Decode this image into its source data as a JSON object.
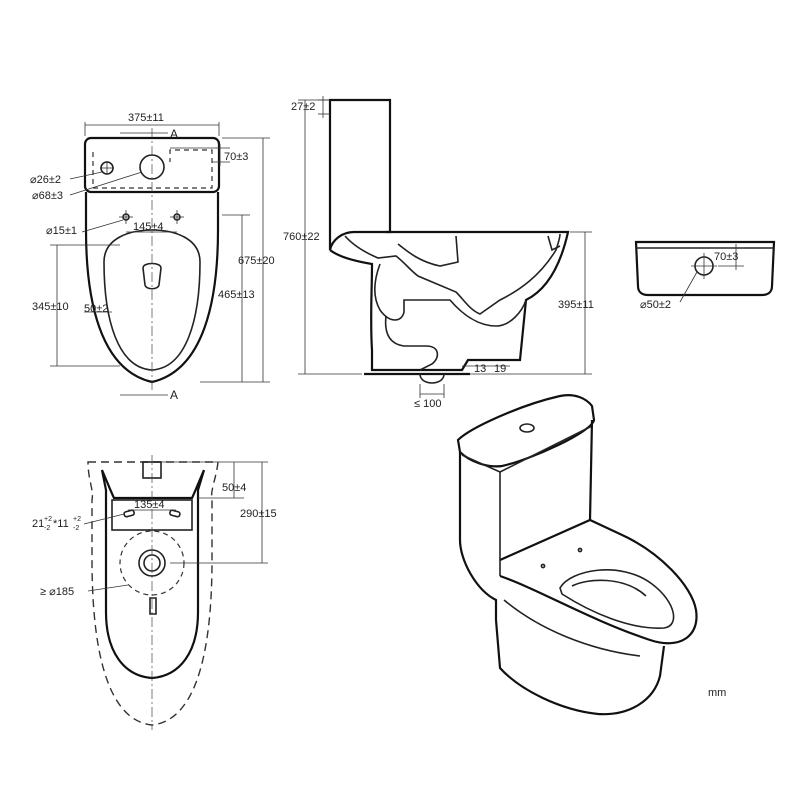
{
  "top_view": {
    "width": "375±11",
    "section_mark_top": "A",
    "section_mark_bottom": "A",
    "small_hole": "⌀26±2",
    "flush_hole": "⌀68±3",
    "hole_offset": "70±3",
    "fix_hole": "⌀15±1",
    "fix_spacing": "145±4",
    "seat_length": "345±10",
    "seat_width": "50±2",
    "bowl_length": "465±13",
    "total_length": "675±20"
  },
  "side_view": {
    "tank_top": "27±2",
    "total_height": "760±22",
    "rim_height": "395±11",
    "floor_gap": "13",
    "floor_gap2": "19",
    "outlet_max": "≤  100"
  },
  "tank_view": {
    "hole_offset": "70±3",
    "hole_diameter": "⌀50±2"
  },
  "bottom_view": {
    "fix_spacing": "135±4",
    "offset": "50±4",
    "outlet_distance": "290±15",
    "slot_size_a": "21",
    "slot_tol_a": "+2",
    "slot_tol_a2": "-2",
    "slot_sep": "*11",
    "slot_tol_b": "+2",
    "slot_tol_b2": "-2",
    "outlet_diameter": "≥  ⌀185"
  },
  "units": "mm"
}
